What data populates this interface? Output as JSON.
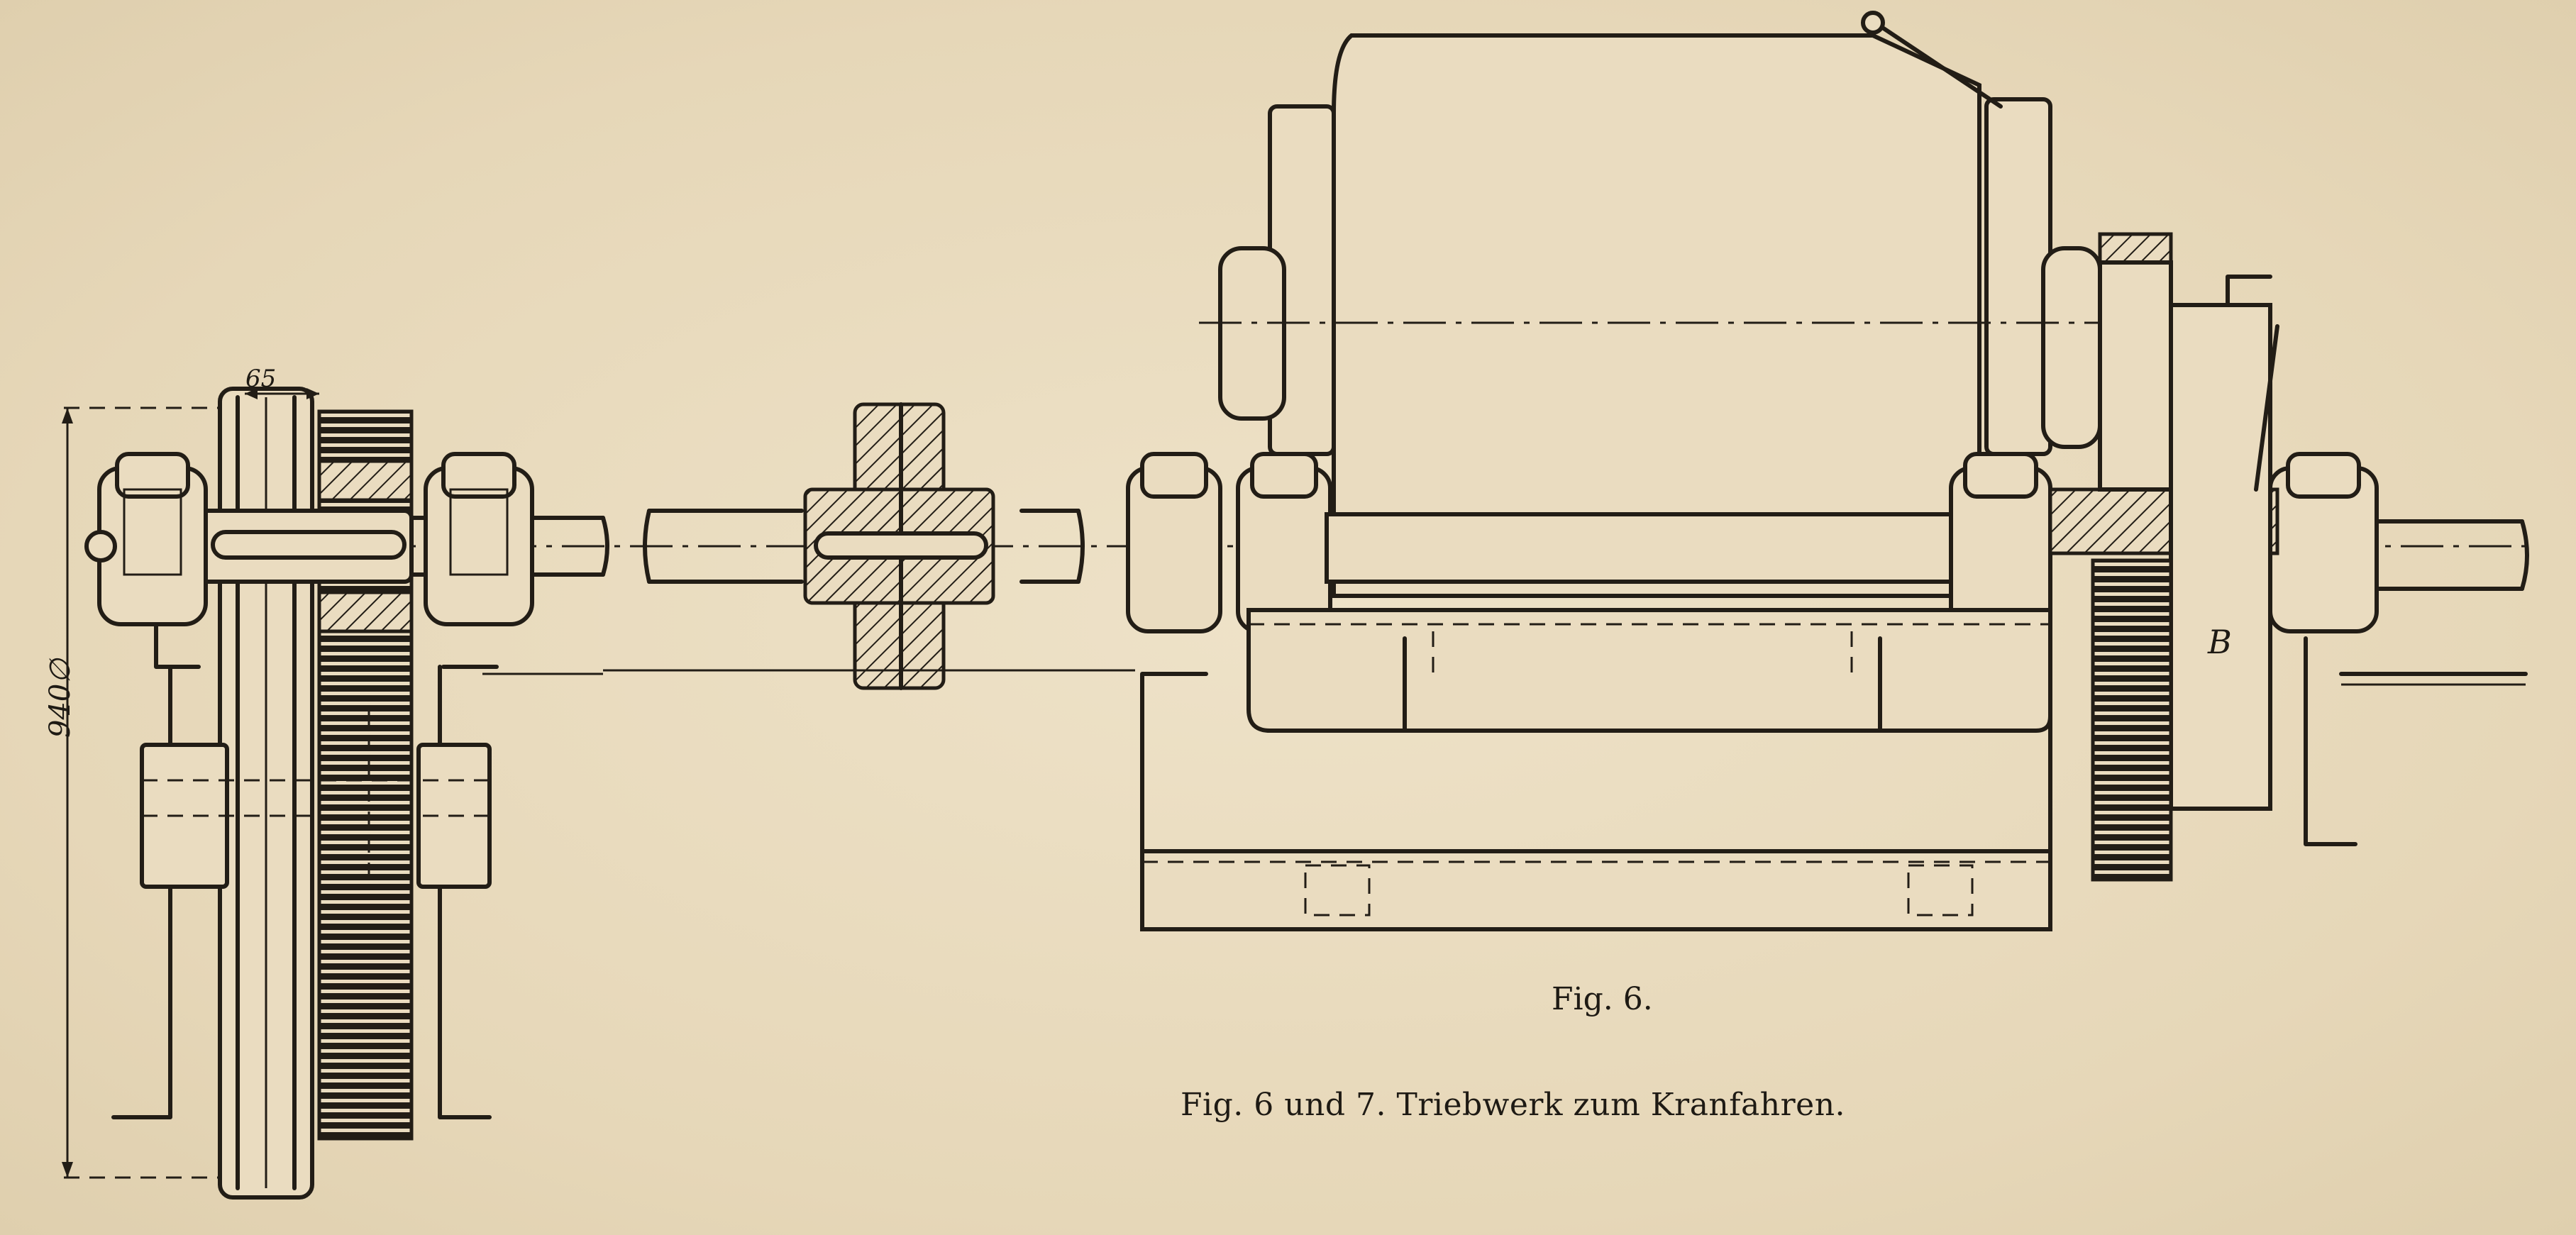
{
  "figure": {
    "fig_label": "Fig. 6.",
    "caption": "Fig. 6 und 7.  Triebwerk zum Kranfahren.",
    "dimensions": {
      "width": "65",
      "diameter": "940∅"
    },
    "part_labels": {
      "gear_b": "B"
    }
  }
}
